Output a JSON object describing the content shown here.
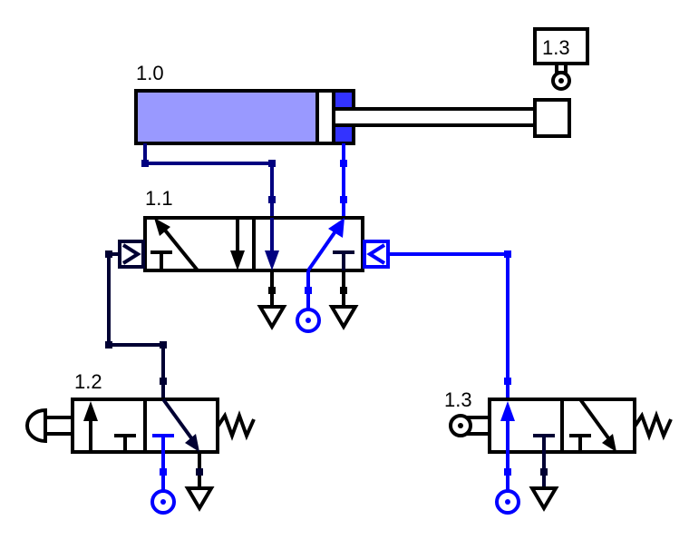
{
  "diagram": {
    "type": "pneumatic-circuit",
    "components": {
      "cylinder": {
        "label": "1.0",
        "kind": "double-acting cylinder"
      },
      "main_valve": {
        "label": "1.1",
        "kind": "5/2 way valve, pilot actuated both sides"
      },
      "push_button_valve": {
        "label": "1.2",
        "kind": "3/2 way valve, push-button, spring return"
      },
      "roller_valve": {
        "label": "1.3",
        "kind": "3/2 way valve, roller lever, spring return"
      },
      "limit_switch_tag": {
        "label": "1.3",
        "kind": "roller limit switch marker at rod end"
      }
    },
    "colors": {
      "outline": "#000000",
      "pressurized_line": "#0000ff",
      "exhaust_line": "#000080",
      "pilot_line_inactive": "#000033",
      "cylinder_chamber_low": "#9999ff",
      "cylinder_chamber_high": "#3333ff"
    },
    "symbols": {
      "pressure_source": "pressure-source-icon",
      "exhaust": "exhaust-triangle-icon",
      "spring": "spring-icon",
      "push_button": "push-button-icon",
      "roller": "roller-icon"
    }
  }
}
